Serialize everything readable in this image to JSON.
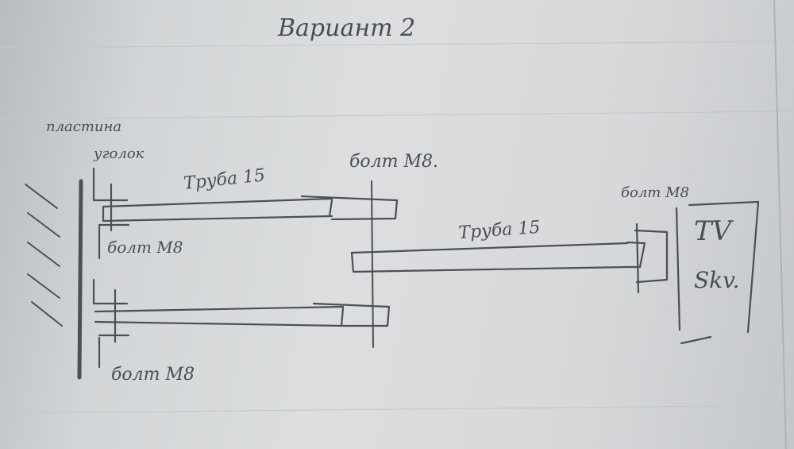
{
  "title": "Вариант 2",
  "labels": {
    "wall_plate": "пластина\nуголок",
    "pipe_top": "Труба 15",
    "bolt_top_right": "болт M8.",
    "bolt_left_upper": "болт M8",
    "pipe_right": "Труба 15",
    "bolt_right": "болт M8",
    "tv": "TV",
    "skv": "Skv.",
    "bolt_left_lower": "болт M8"
  },
  "colors": {
    "paper": "#d6d8da",
    "ink": "#4b4f57",
    "ruled_line": "#c2c6ca"
  }
}
